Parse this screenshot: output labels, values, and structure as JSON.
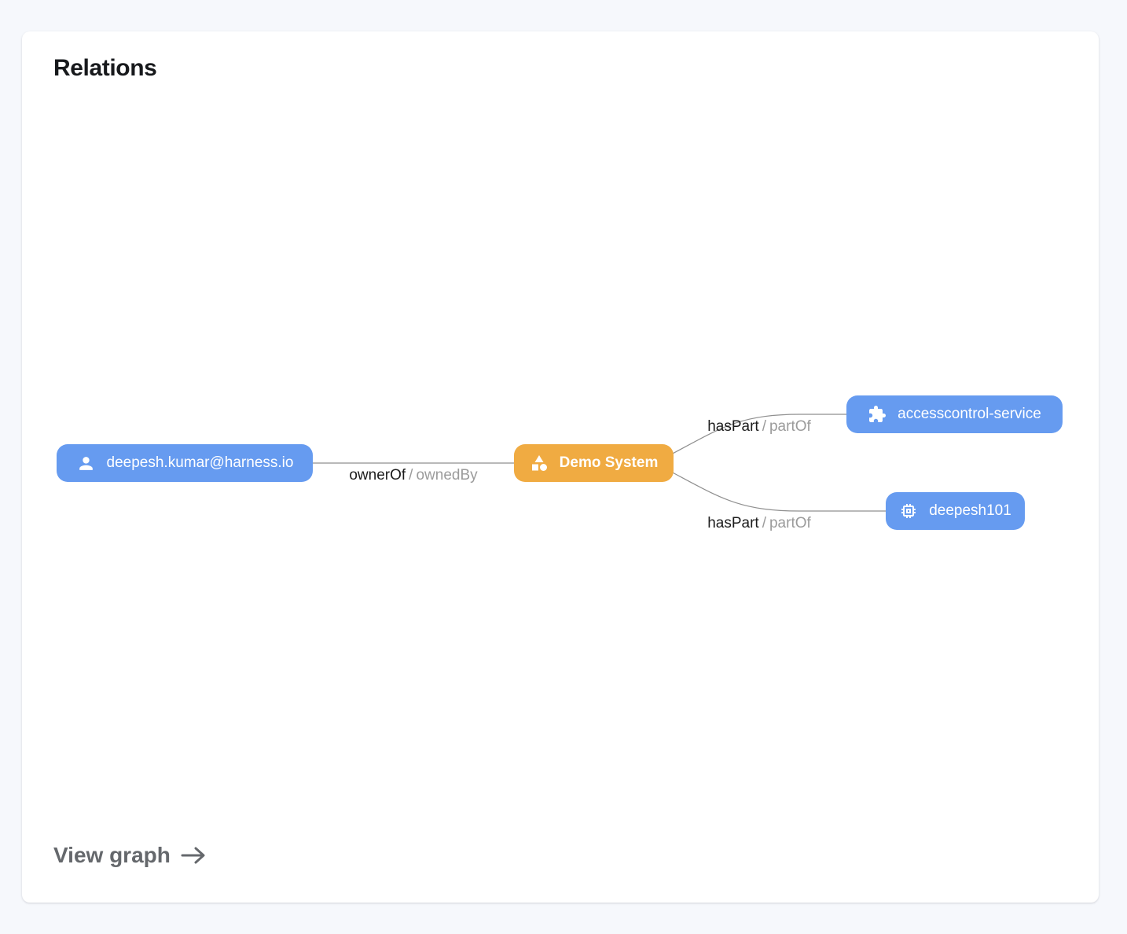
{
  "card": {
    "title": "Relations",
    "footer_link": {
      "label": "View graph"
    }
  },
  "graph": {
    "nodes": [
      {
        "id": "user",
        "label": "deepesh.kumar@harness.io",
        "icon": "person-icon",
        "color": "#669bf0"
      },
      {
        "id": "system",
        "label": "Demo System",
        "icon": "category-icon",
        "color": "#f0ab42"
      },
      {
        "id": "service",
        "label": "accesscontrol-service",
        "icon": "puzzle-icon",
        "color": "#669bf0"
      },
      {
        "id": "component",
        "label": "deepesh101",
        "icon": "chip-icon",
        "color": "#669bf0"
      }
    ],
    "edges": [
      {
        "from": "user",
        "to": "system",
        "label_primary": "ownerOf",
        "separator": "/",
        "label_secondary": "ownedBy"
      },
      {
        "from": "system",
        "to": "service",
        "label_primary": "hasPart",
        "separator": "/",
        "label_secondary": "partOf"
      },
      {
        "from": "system",
        "to": "component",
        "label_primary": "hasPart",
        "separator": "/",
        "label_secondary": "partOf"
      }
    ]
  },
  "colors": {
    "page_background": "#f6f8fc",
    "card_background": "#ffffff",
    "node_blue": "#669bf0",
    "node_orange": "#f0ab42",
    "edge_line": "#8f8f8f",
    "edge_label_primary": "#1c1c1c",
    "edge_label_secondary": "#9b9b9b",
    "footer_link": "#65686c"
  }
}
